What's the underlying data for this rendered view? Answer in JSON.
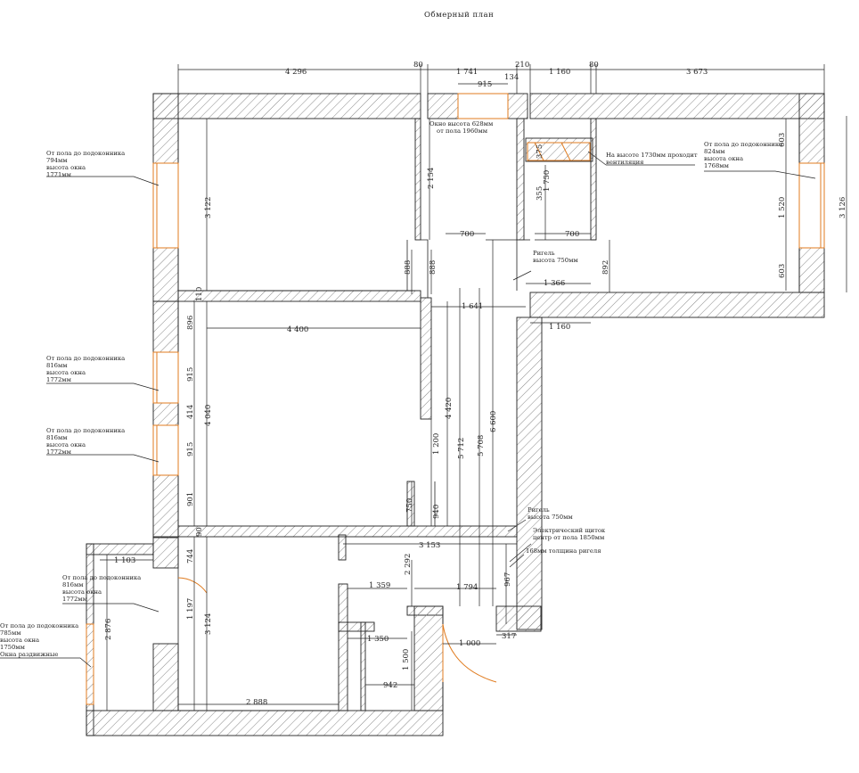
{
  "title": "Обмерный  план",
  "dimensions": {
    "top_a": "4 296",
    "top_b": "80",
    "top_c": "1 741",
    "top_d": "210",
    "top_e": "1 160",
    "top_f": "80",
    "top_g": "3 673",
    "d915": "915",
    "d134": "134",
    "v3122": "3 122",
    "v2154": "2 154",
    "v355": "355",
    "v1750": "1 750",
    "v375": "375",
    "v603a": "603",
    "v1520": "1 520",
    "v603b": "603",
    "v3126": "3 126",
    "h700a": "700",
    "h700b": "700",
    "v888a": "888",
    "v888b": "888",
    "v892": "892",
    "h1366": "1 366",
    "h1641": "1 641",
    "h1160": "1 160",
    "h4400": "4 400",
    "v110": "110",
    "v896": "896",
    "v915a": "915",
    "v414": "414",
    "v915b": "915",
    "v901": "901",
    "v4040": "4 040",
    "v4420": "4 420",
    "v1200": "1 200",
    "v5712": "5 712",
    "v5708": "5 708",
    "v6600": "6 600",
    "v750": "750",
    "v940": "940",
    "v90": "90",
    "h1103": "1 103",
    "v744": "744",
    "v1197": "1 197",
    "v3124": "3 124",
    "v2876": "2 876",
    "h3153": "3 153",
    "v2292": "2 292",
    "h1359": "1 359",
    "h1794": "1 794",
    "v967": "967",
    "h1350": "1 350",
    "h1000": "1 000",
    "h317": "317",
    "v1500": "1 500",
    "h942": "942",
    "h2888": "2 888"
  },
  "notes": {
    "win_tl": [
      "От пола до подоконника",
      "794мм",
      "высота окна",
      "1771мм"
    ],
    "win_tr": [
      "От пола до подоконника",
      "824мм",
      "высота окна",
      "1768мм"
    ],
    "win_l2": [
      "От пола до подоконника",
      "816мм",
      "высота окна",
      "1772мм"
    ],
    "win_l3": [
      "От пола до подоконника",
      "816мм",
      "высота окна",
      "1772мм"
    ],
    "win_l4": [
      "От пола до подоконника",
      "816мм",
      "высота окна",
      "1772мм"
    ],
    "win_l5": [
      "От пола до подоконника",
      "785мм",
      "высота окна",
      "1750мм",
      "Окна раздвижные"
    ],
    "okno": [
      "Окно высота 628мм",
      "от пола 1960мм"
    ],
    "vent": [
      "На высоте 1730мм проходит",
      "вентиляция"
    ],
    "rigel1": [
      "Ригель",
      "высота 750мм"
    ],
    "rigel2": [
      "Ригель",
      "высота 750мм"
    ],
    "shield": [
      "Электрический  щиток",
      "центр от пола 1850мм"
    ],
    "rigel_thk": "168мм толщина ригеля"
  },
  "colors": {
    "line": "#222222",
    "hatch": "#7a7a7a",
    "window": "#e07b1f"
  }
}
